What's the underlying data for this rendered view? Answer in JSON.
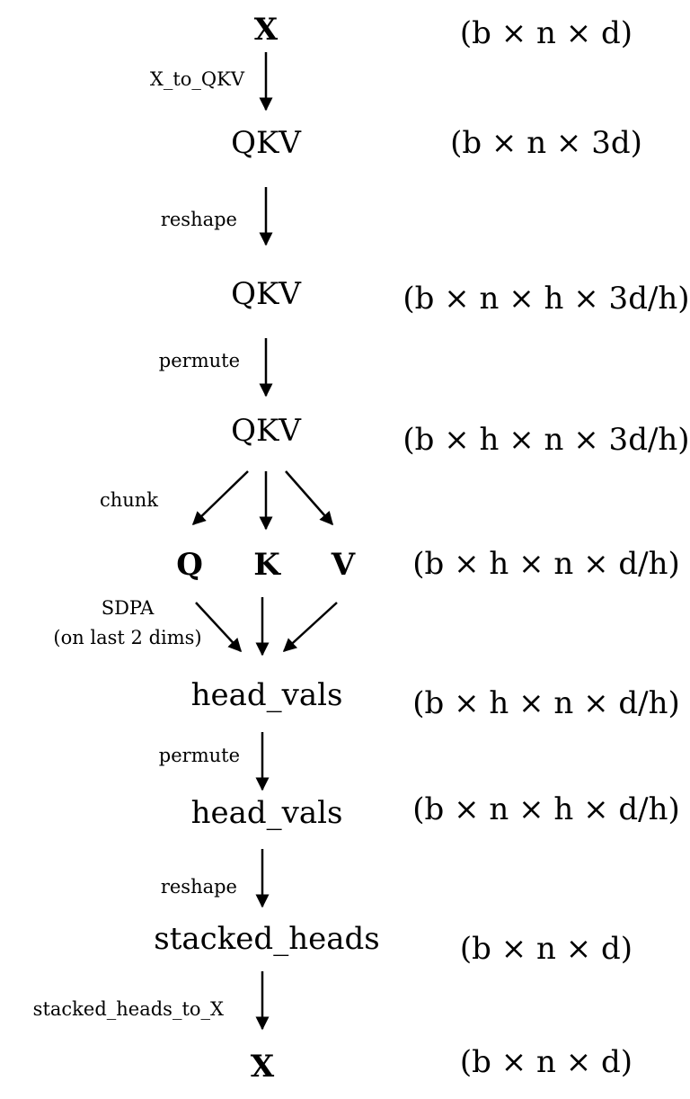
{
  "steps": [
    {
      "node": "X",
      "shape": "(b × n × d)"
    },
    {
      "op": "X_to_QKV",
      "node": "QKV",
      "shape": "(b × n × 3d)"
    },
    {
      "op": "reshape",
      "node": "QKV",
      "shape": "(b × n × h × 3d/h)"
    },
    {
      "op": "permute",
      "node": "QKV",
      "shape": "(b × h × n × 3d/h)"
    },
    {
      "op": "chunk",
      "nodes": [
        "Q",
        "K",
        "V"
      ],
      "shape": "(b × h × n × d/h)"
    },
    {
      "op": "SDPA",
      "op_note": "(on last 2 dims)",
      "node": "head_vals",
      "shape": "(b × h × n × d/h)"
    },
    {
      "op": "permute",
      "node": "head_vals",
      "shape": "(b × n × h × d/h)"
    },
    {
      "op": "reshape",
      "node": "stacked_heads",
      "shape": "(b × n × d)"
    },
    {
      "op": "stacked_heads_to_X",
      "node": "X",
      "shape": "(b × n × d)"
    }
  ]
}
